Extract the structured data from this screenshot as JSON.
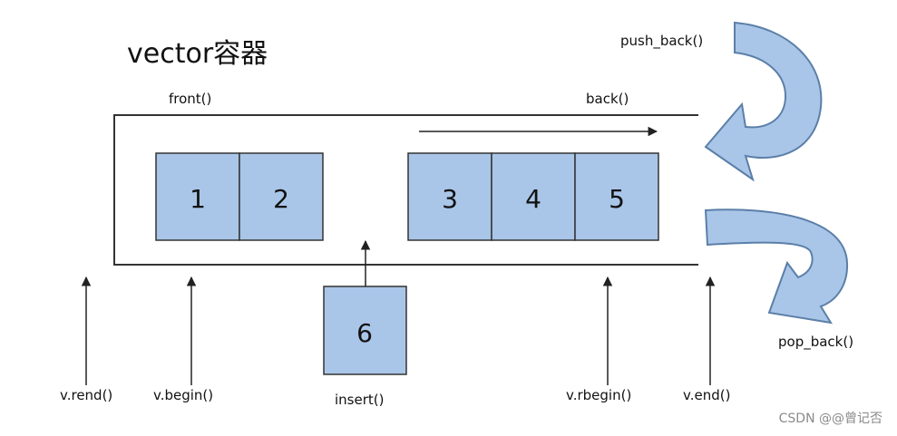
{
  "title": "vector容器",
  "labels": {
    "front": "front()",
    "back": "back()",
    "push_back": "push_back()",
    "pop_back": "pop_back()",
    "rend": "v.rend()",
    "begin": "v.begin()",
    "insert": "insert()",
    "rbegin": "v.rbegin()",
    "end": "v.end()"
  },
  "elements": [
    "1",
    "2",
    "3",
    "4",
    "5"
  ],
  "inserted_element": "6",
  "watermark": "CSDN @@曾记否",
  "colors": {
    "cell_fill": "#a9c6e8",
    "curved_arrow_fill": "#a9c6e8",
    "line": "#333333"
  }
}
